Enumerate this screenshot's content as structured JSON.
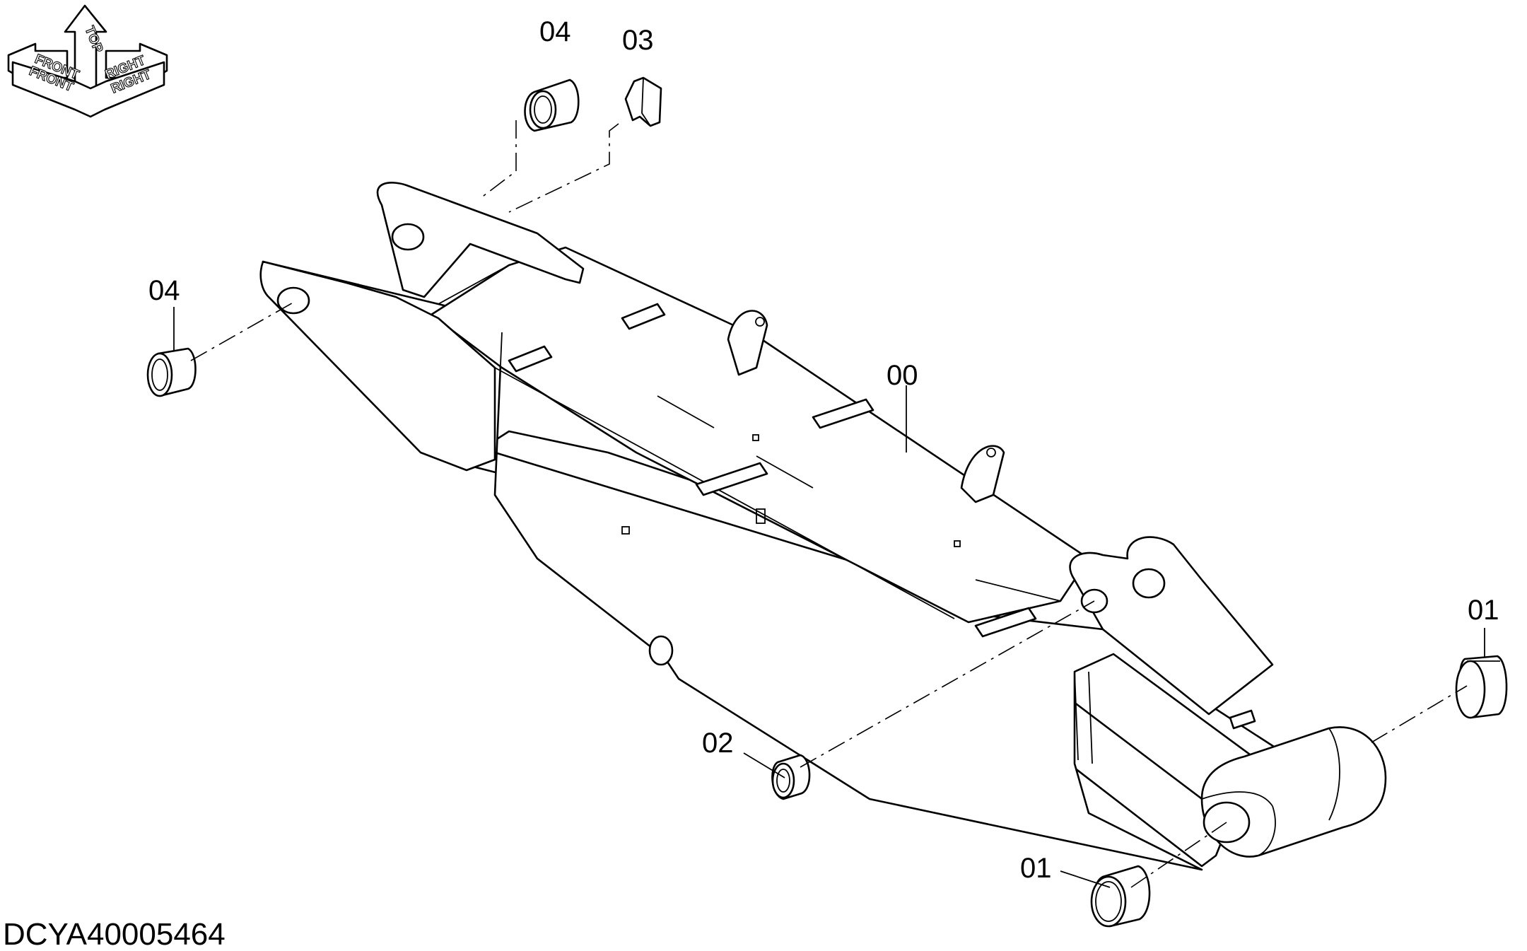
{
  "drawing": {
    "code": "DCYA40005464",
    "orientation": {
      "labels": [
        "TOP",
        "FRONT",
        "RIGHT"
      ]
    },
    "callouts": [
      "00",
      "01",
      "01",
      "02",
      "03",
      "04",
      "04"
    ]
  }
}
